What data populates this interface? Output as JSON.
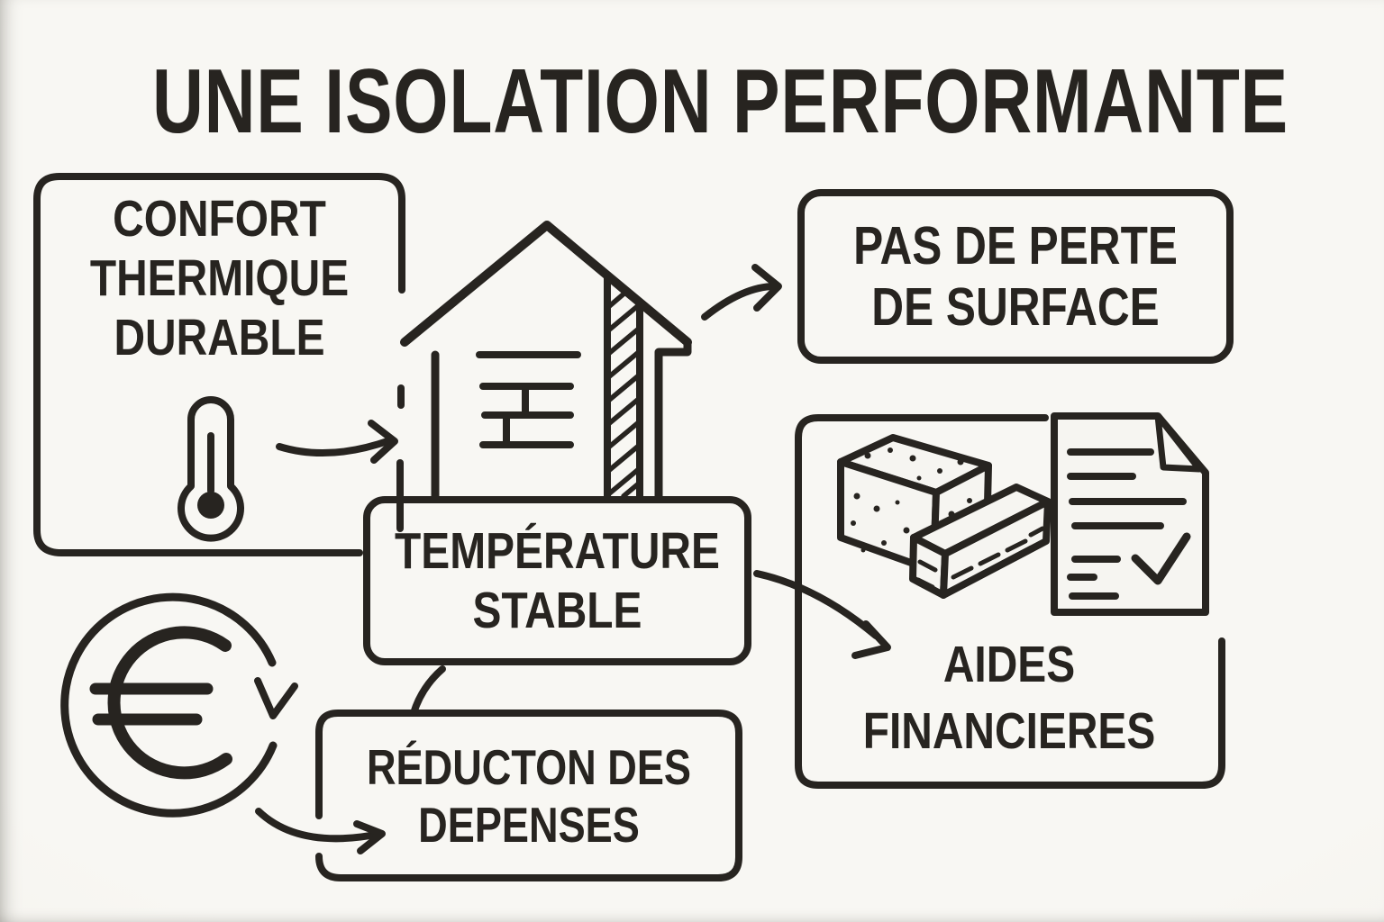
{
  "title": "UNE ISOLATION PERFORMANTE",
  "colors": {
    "ink": "#272420",
    "paper": "#f6f5f1"
  },
  "boxes": {
    "confort": {
      "line1": "CONFORT",
      "line2": "THERMIQUE",
      "line3": "DURABLE"
    },
    "perte": {
      "line1": "PAS DE PERTE",
      "line2": "DE SURFACE"
    },
    "temperature": {
      "line1": "TEMPÉRATURE",
      "line2": "STABLE"
    },
    "reduction": {
      "line1": "RÉDUCTON DES",
      "line2": "DEPENSES"
    },
    "aides": {
      "line1": "AIDES",
      "line2": "FINANCIERES"
    }
  },
  "icons": {
    "thermometer": "thermometer-icon",
    "house": "insulated-house-icon",
    "insulation_arrow": "insulation-up-arrow-icon",
    "euro": "euro-cycle-icon",
    "blocks": "insulation-blocks-icon",
    "document": "document-checklist-icon"
  }
}
